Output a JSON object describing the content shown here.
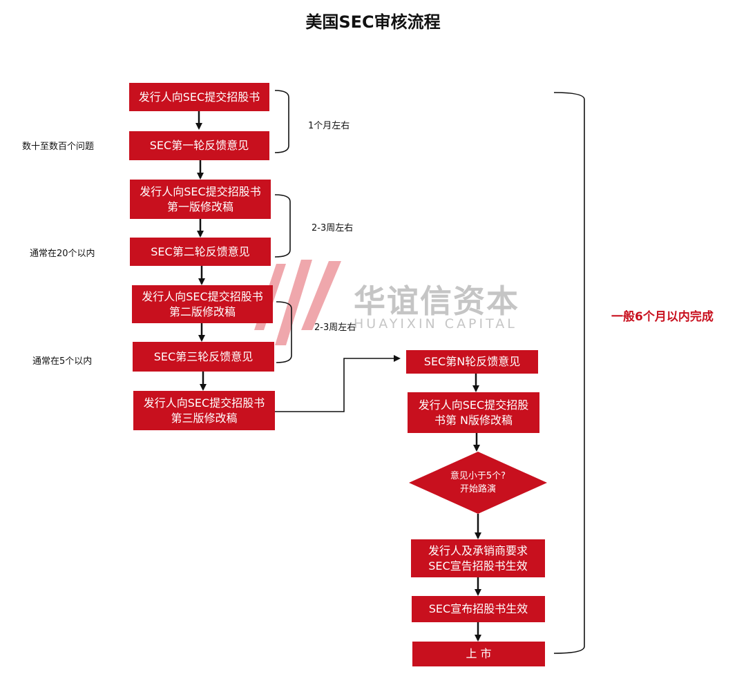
{
  "title": "美国SEC审核流程",
  "colors": {
    "box": "#c8101e",
    "total_text": "#c8101e",
    "line": "#111111"
  },
  "steps": [
    {
      "id": "s1",
      "label": "发行人向SEC提交招股书"
    },
    {
      "id": "s2",
      "label": "SEC第一轮反馈意见"
    },
    {
      "id": "s3",
      "label": "发行人向SEC提交招股书\n第一版修改稿"
    },
    {
      "id": "s4",
      "label": "SEC第二轮反馈意见"
    },
    {
      "id": "s5",
      "label": "发行人向SEC提交招股书\n第二版修改稿"
    },
    {
      "id": "s6",
      "label": "SEC第三轮反馈意见"
    },
    {
      "id": "s7",
      "label": "发行人向SEC提交招股书\n第三版修改稿"
    },
    {
      "id": "s8",
      "label": "SEC第N轮反馈意见"
    },
    {
      "id": "s9",
      "label": "发行人向SEC提交招股\n书第 N版修改稿"
    },
    {
      "id": "s10",
      "label": "意见小于5个?\n开始路演",
      "shape": "diamond"
    },
    {
      "id": "s11",
      "label": "发行人及承销商要求\nSEC宣告招股书生效"
    },
    {
      "id": "s12",
      "label": "SEC宣布招股书生效"
    },
    {
      "id": "s13",
      "label": "上 市"
    }
  ],
  "left_notes": {
    "n1": "数十至数百个问题",
    "n2": "通常在20个以内",
    "n3": "通常在5个以内"
  },
  "durations": {
    "d1": "1个月左右",
    "d2": "2-3周左右",
    "d3": "2-3周左右"
  },
  "total": "一般6个月以内完成",
  "watermark": {
    "cn": "华谊信资本",
    "en": "HUAYIXIN CAPITAL"
  }
}
